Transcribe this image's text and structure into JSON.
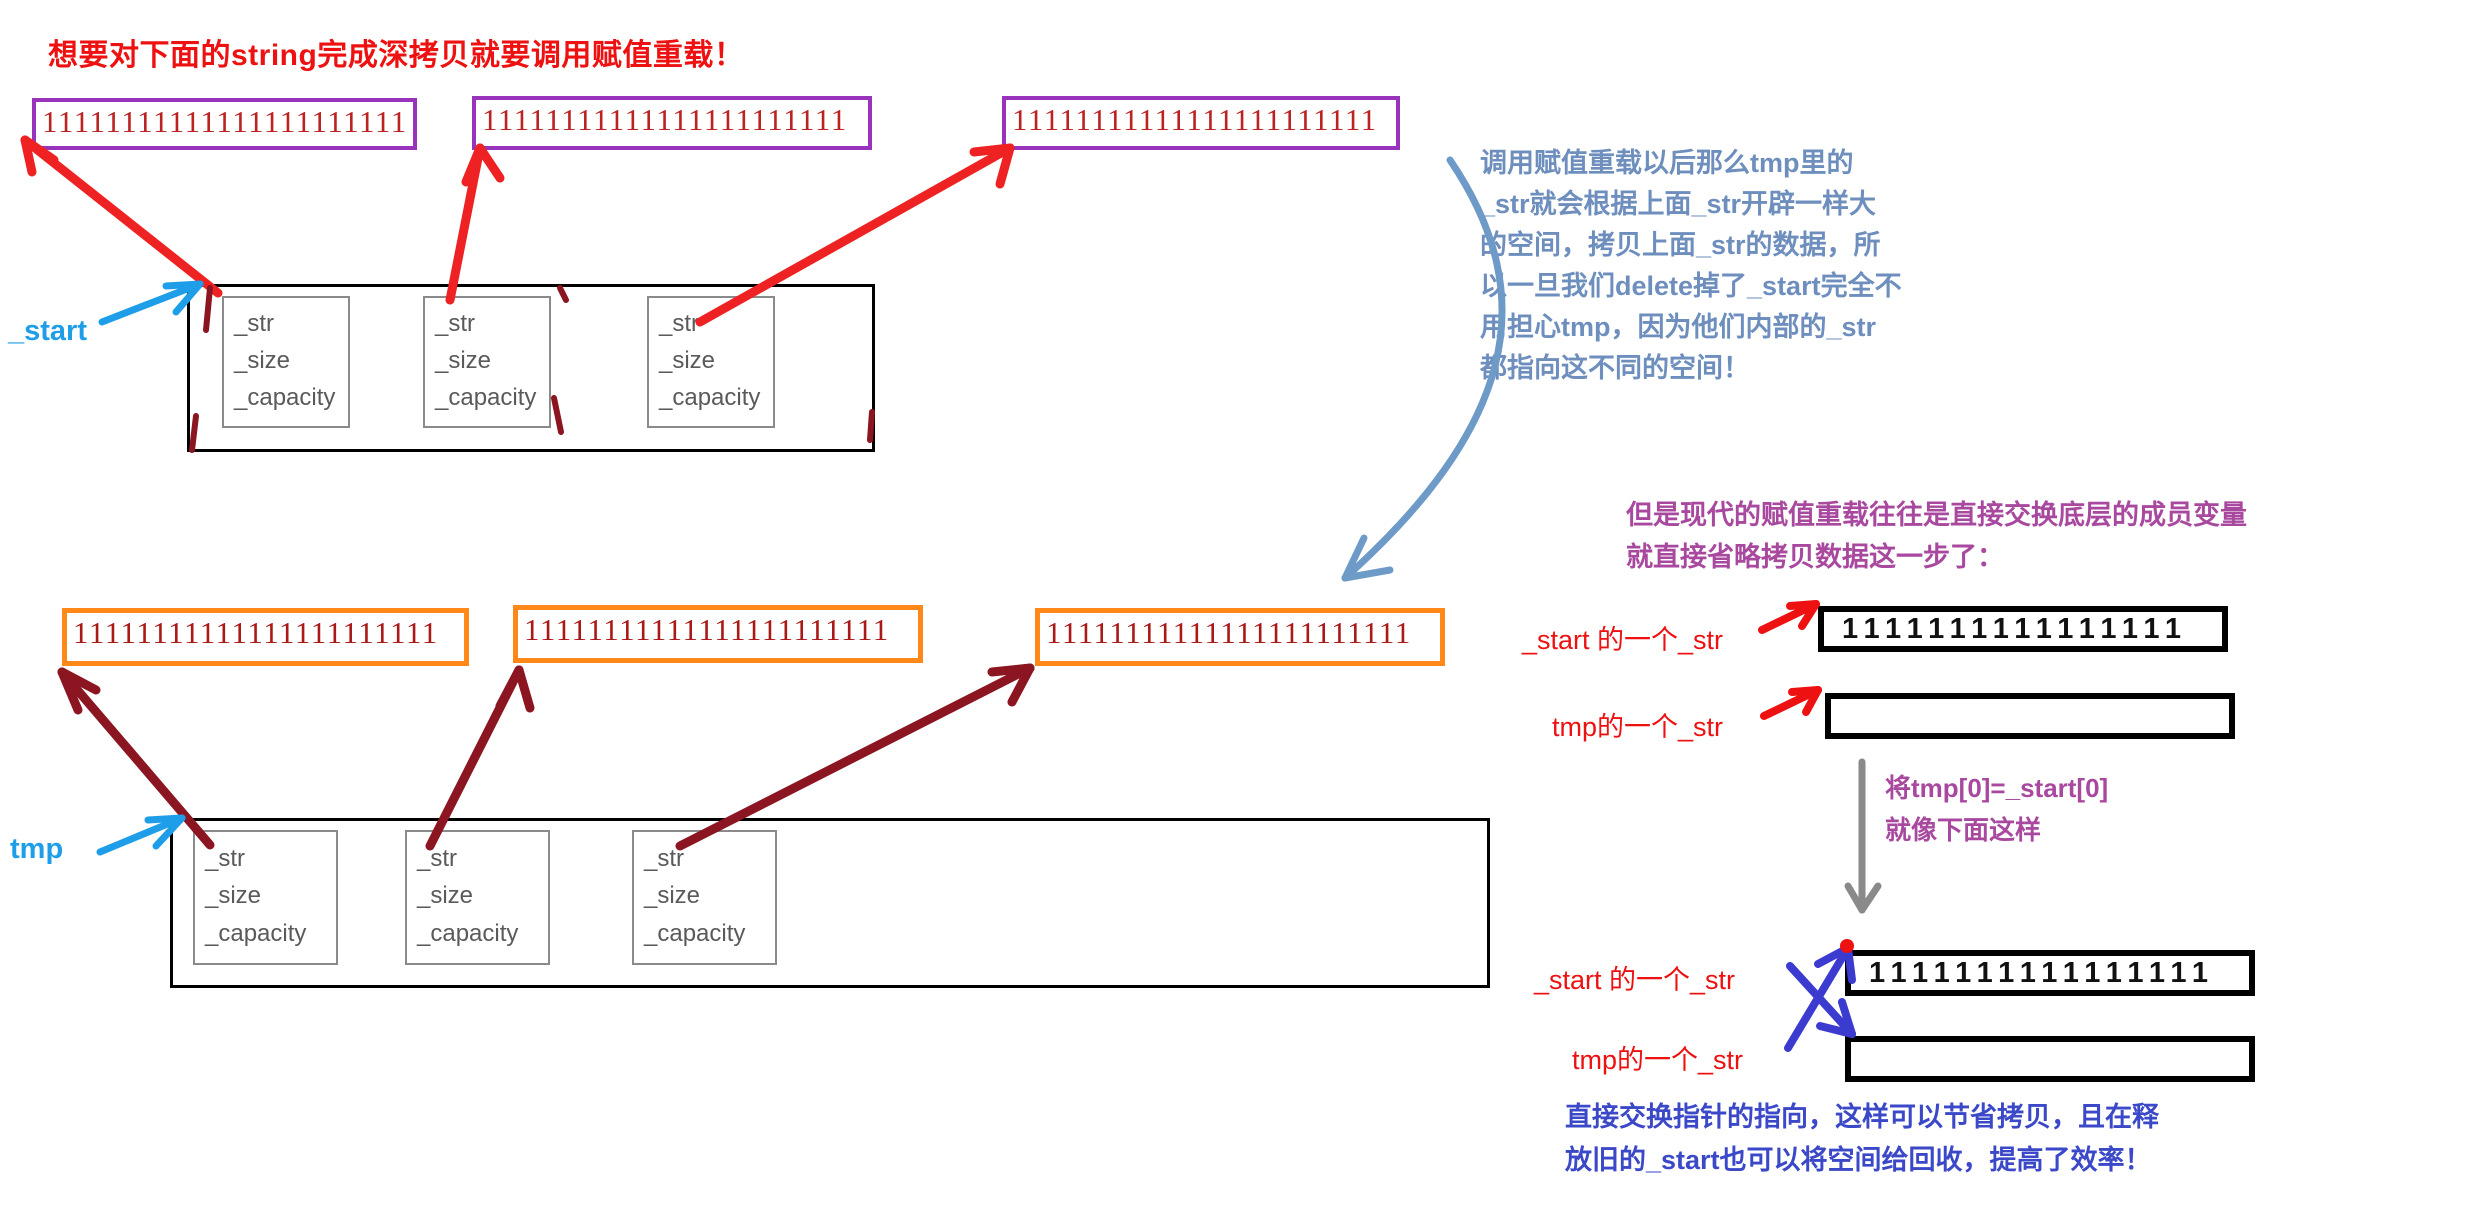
{
  "headline": "想要对下面的string完成深拷贝就要调用赋值重载！",
  "top_row": {
    "pointer_label": "_start",
    "string_buffers": [
      "11111111111111111111111",
      "11111111111111111111111",
      "11111111111111111111111"
    ],
    "struct_cells": [
      {
        "str": "_str",
        "size": "_size",
        "capacity": "_capacity"
      },
      {
        "str": "_str",
        "size": "_size",
        "capacity": "_capacity"
      },
      {
        "str": "_str",
        "size": "_size",
        "capacity": "_capacity"
      }
    ]
  },
  "bottom_row": {
    "pointer_label": "tmp",
    "string_buffers": [
      "11111111111111111111111",
      "11111111111111111111111",
      "11111111111111111111111"
    ],
    "struct_cells": [
      {
        "str": "_str",
        "size": "_size",
        "capacity": "_capacity"
      },
      {
        "str": "_str",
        "size": "_size",
        "capacity": "_capacity"
      },
      {
        "str": "_str",
        "size": "_size",
        "capacity": "_capacity"
      }
    ]
  },
  "annotations": {
    "blue_explainer": "调用赋值重载以后那么tmp里的\n_str就会根据上面_str开辟一样大\n的空间，拷贝上面_str的数据，所\n以一旦我们delete掉了_start完全不\n用担心tmp，因为他们内部的_str\n都指向这不同的空间！",
    "purple_modern": "但是现代的赋值重载往往是直接交换底层的成员变量\n就直接省略拷贝数据这一步了：",
    "purple_step": "将tmp[0]=_start[0]\n就像下面这样",
    "blue_conclusion": "直接交换指针的指向，这样可以节省拷贝，且在释\n放旧的_start也可以将空间给回收，提高了效率！"
  },
  "swap_demo": {
    "before": {
      "start_label": "_start 的一个_str",
      "tmp_label": "tmp的一个_str",
      "start_value": "1111111111111111",
      "tmp_value": ""
    },
    "after": {
      "start_label": "_start 的一个_str",
      "tmp_label": "tmp的一个_str",
      "start_value": "1111111111111111",
      "tmp_value": ""
    }
  },
  "colors": {
    "headline_red": "#ee1111",
    "purple_border": "#9933bb",
    "orange_border": "#ff8818",
    "pointer_cyan": "#1e9ee8",
    "blue_text": "#6e8fbe",
    "purple_text": "#a8499f",
    "blue_conclusion": "#3b49c8",
    "dark_red_arrow": "#8b1520",
    "red_arrow": "#ee2222",
    "blue_swap_arrow": "#3b3bd0"
  }
}
